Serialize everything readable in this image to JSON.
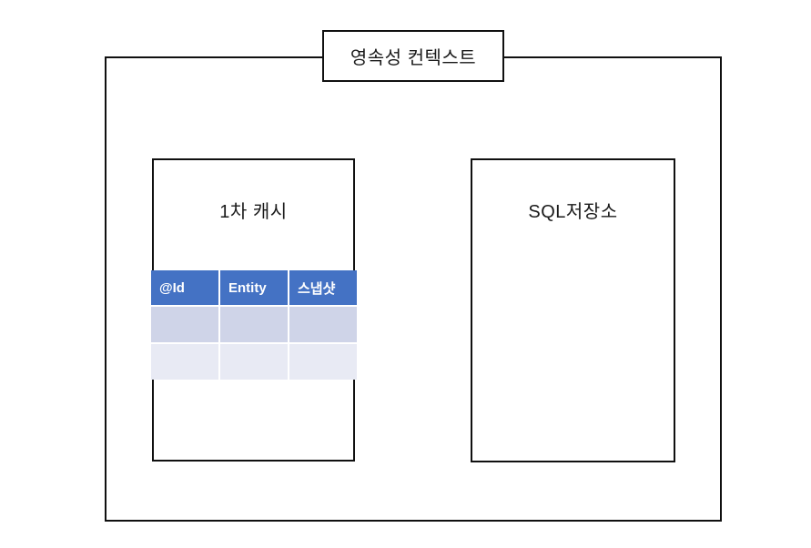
{
  "diagram": {
    "title": "영속성 컨텍스트",
    "cache_box": {
      "label": "1차 캐시"
    },
    "sql_box": {
      "label": "SQL저장소"
    }
  },
  "cache_table": {
    "headers": [
      "@Id",
      "Entity",
      "스냅샷"
    ],
    "rows": [
      [
        "",
        "",
        ""
      ],
      [
        "",
        "",
        ""
      ]
    ]
  },
  "colors": {
    "box_border": "#101010",
    "table_header_bg": "#4472C4",
    "table_header_text": "#FFFFFF",
    "table_row1_bg": "#CFD4E8",
    "table_row2_bg": "#E8EAF4",
    "table_gridline": "#FFFFFF",
    "background": "#FFFFFF"
  }
}
